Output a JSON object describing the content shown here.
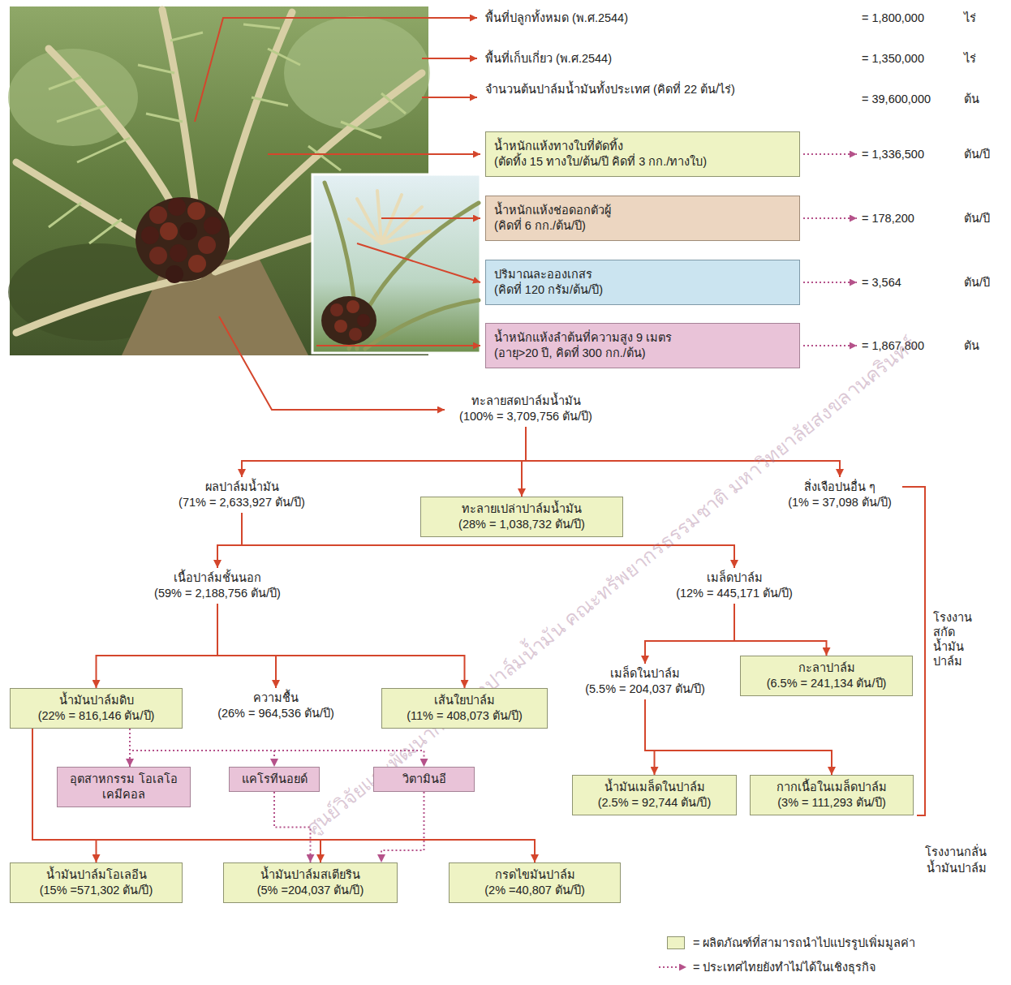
{
  "diagram": {
    "nodes": [
      {
        "text": [
          "น้ำหนักแห้งทางใบที่ตัดทิ้ง",
          "(ตัดทิ้ง 15 ทางใบ/ต้น/ปี คิดที่ 3 กก./ทางใบ)"
        ]
      },
      {
        "text": [
          "น้ำหนักแห้งช่อดอกตัวผู้",
          "(คิดที่ 6 กก./ต้น/ปี)"
        ]
      },
      {
        "text": [
          "ปริมาณละอองเกสร",
          "(คิดที่ 120 กรัม/ต้น/ปี)"
        ]
      },
      {
        "text": [
          "น้ำหนักแห้งลำต้นที่ความสูง 9 เมตร",
          "(อายุ>20 ปี, คิดที่ 300 กก./ต้น)"
        ]
      },
      {
        "text": [
          "ทะลายสดปาล์มน้ำมัน",
          "(100% = 3,709,756 ตัน/ปี)"
        ]
      },
      {
        "text": [
          "ผลปาล์มน้ำมัน",
          "(71% = 2,633,927 ตัน/ปี)"
        ]
      },
      {
        "text": [
          "ทะลายเปล่าปาล์มน้ำมัน",
          "(28% = 1,038,732 ตัน/ปี)"
        ]
      },
      {
        "text": [
          "สิ่งเจือปนอื่น ๆ",
          "(1% = 37,098 ตัน/ปี)"
        ]
      },
      {
        "text": [
          "เนื้อปาล์มชั้นนอก",
          "(59% = 2,188,756 ตัน/ปี)"
        ]
      },
      {
        "text": [
          "เมล็ดปาล์ม",
          "(12% = 445,171 ตัน/ปี)"
        ]
      },
      {
        "text": [
          "น้ำมันปาล์มดิบ",
          "(22% = 816,146 ตัน/ปี)"
        ]
      },
      {
        "text": [
          "ความชื้น",
          "(26% = 964,536 ตัน/ปี)"
        ]
      },
      {
        "text": [
          "เส้นใยปาล์ม",
          "(11% = 408,073 ตัน/ปี)"
        ]
      },
      {
        "text": [
          "เมล็ดในปาล์ม",
          "(5.5% = 204,037 ตัน/ปี)"
        ]
      },
      {
        "text": [
          "กะลาปาล์ม",
          "(6.5% = 241,134 ตัน/ปี)"
        ]
      },
      {
        "text": [
          "อุตสาหกรรม โอเลโอเคมีคอล"
        ]
      },
      {
        "text": [
          "แคโรทีนอยด์"
        ]
      },
      {
        "text": [
          "วิตามินอี"
        ]
      },
      {
        "text": [
          "น้ำมันเมล็ดในปาล์ม",
          "(2.5% = 92,744 ตัน/ปี)"
        ]
      },
      {
        "text": [
          "กากเนื้อในเมล็ดปาล์ม",
          "(3% = 111,293 ตัน/ปี)"
        ]
      },
      {
        "text": [
          "น้ำมันปาล์มโอเลอีน",
          "(15% =571,302 ตัน/ปี)"
        ]
      },
      {
        "text": [
          "น้ำมันปาล์มสเตียริน",
          "(5% =204,037 ตัน/ปี)"
        ]
      },
      {
        "text": [
          "กรดไขมันปาล์ม",
          "(2% =40,807 ตัน/ปี)"
        ]
      }
    ],
    "edges": [
      {
        "from": 4,
        "to": 5,
        "arrow": "to"
      },
      {
        "from": 4,
        "to": 6,
        "arrow": "to"
      },
      {
        "from": 4,
        "to": 7,
        "arrow": "to"
      },
      {
        "from": 5,
        "to": 8,
        "arrow": "to"
      },
      {
        "from": 5,
        "to": 9,
        "arrow": "to"
      },
      {
        "from": 8,
        "to": 10,
        "arrow": "to"
      },
      {
        "from": 8,
        "to": 11,
        "arrow": "to"
      },
      {
        "from": 8,
        "to": 12,
        "arrow": "to"
      },
      {
        "from": 9,
        "to": 13,
        "arrow": "to"
      },
      {
        "from": 9,
        "to": 14,
        "arrow": "to"
      },
      {
        "from": 13,
        "to": 18,
        "arrow": "to"
      },
      {
        "from": 13,
        "to": 19,
        "arrow": "to"
      },
      {
        "from": 10,
        "to": 15,
        "arrow": "to"
      },
      {
        "from": 10,
        "to": 16,
        "arrow": "to"
      },
      {
        "from": 10,
        "to": 17,
        "arrow": "to"
      },
      {
        "from": 10,
        "to": 20,
        "arrow": "to"
      },
      {
        "from": 10,
        "to": 21,
        "arrow": "to"
      },
      {
        "from": 10,
        "to": 22,
        "arrow": "to"
      },
      {
        "from": 16,
        "to": 21,
        "arrow": "to"
      },
      {
        "from": 17,
        "to": 21,
        "arrow": "to"
      }
    ],
    "labels": [
      "พื้นที่ปลูกทั้งหมด (พ.ศ.2544)",
      "= 1,800,000",
      "ไร่",
      "พื้นที่เก็บเกี่ยว (พ.ศ.2544)",
      "= 1,350,000",
      "ไร่",
      "จำนวนต้นปาล์มน้ำมันทั้งประเทศ (คิดที่ 22 ต้น/ไร่)",
      "= 39,600,000",
      "ต้น",
      "= 1,336,500",
      "ตัน/ปี",
      "= 178,200",
      "ตัน/ปี",
      "= 3,564",
      "ตัน/ปี",
      "= 1,867,800",
      "ตัน",
      "โรงงาน สกัด น้ำมัน ปาล์ม",
      "โรงงานกลั่น น้ำมันปาล์ม",
      "ศูนย์วิจัยและพัฒนาการผลิตปาล์มน้ำมัน คณะทรัพยากรธรรมชาติ มหาวิทยาลัยสงขลานครินทร์"
    ],
    "legend": [
      {
        "text": "= ผลิตภัณฑ์ที่สามารถนำไปแปรรูปเพิ่มมูลค่า",
        "color": "#eef3c4"
      },
      {
        "text": "= ประเทศไทยยังทำไม่ได้ในเชิงธุรกิจ"
      }
    ]
  }
}
